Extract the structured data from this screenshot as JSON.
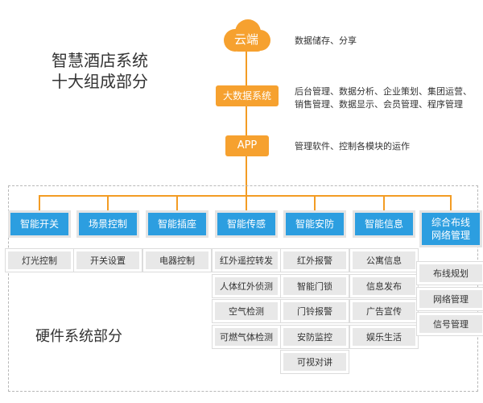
{
  "title_lines": [
    "智慧酒店系统",
    "十大组成部分"
  ],
  "colors": {
    "orange": "#f6a12f",
    "blue": "#2c9ee0",
    "gray_box": "#e8e8e8"
  },
  "cloud": {
    "label": "云端",
    "desc": "数据储存、分享"
  },
  "bigdata": {
    "label": "大数据系统",
    "desc_lines": [
      "后台管理、数据分析、企业策划、集团运营、",
      "销售管理、数据显示、会员管理、程序管理"
    ]
  },
  "app": {
    "label": "APP",
    "desc": "管理软件、控制各模块的运作"
  },
  "hardware_label": "硬件系统部分",
  "categories": [
    {
      "name": "智能开关",
      "items": [
        "灯光控制"
      ]
    },
    {
      "name": "场景控制",
      "items": [
        "开关设置"
      ]
    },
    {
      "name": "智能插座",
      "items": [
        "电器控制"
      ]
    },
    {
      "name": "智能传感",
      "items": [
        "红外遥控转发",
        "人体红外侦测",
        "空气检测",
        "可燃气体检测"
      ]
    },
    {
      "name": "智能安防",
      "items": [
        "红外报警",
        "智能门锁",
        "门铃报警",
        "安防监控",
        "可视对讲"
      ]
    },
    {
      "name": "智能信息",
      "items": [
        "公寓信息",
        "信息发布",
        "广告宣传",
        "娱乐生活"
      ]
    },
    {
      "name": "综合布线\n网络管理",
      "items": [
        "布线规划",
        "网络管理",
        "信号管理"
      ]
    }
  ]
}
